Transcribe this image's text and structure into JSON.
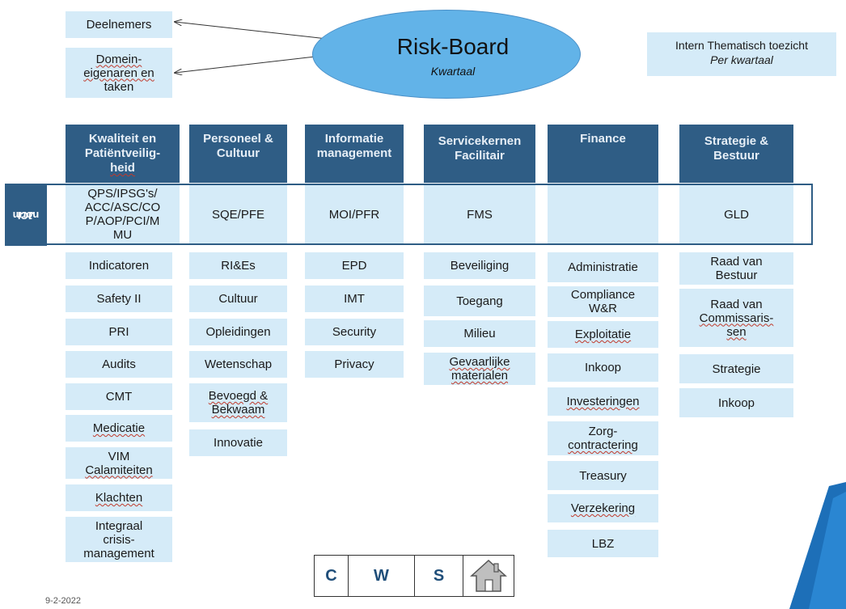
{
  "risk_board": {
    "title": "Risk-Board",
    "subtitle": "Kwartaal"
  },
  "left_boxes": {
    "deelnemers": "Deelnemers",
    "domein": [
      "Domein-",
      "eigenaren en",
      "taken"
    ]
  },
  "intern": {
    "line1": "Intern Thematisch toezicht",
    "line2": "Per kwartaal"
  },
  "jci_label": [
    "JCI",
    "norm"
  ],
  "columns": [
    {
      "header": [
        "Kwaliteit en",
        "Patiëntveilig-",
        "heid"
      ],
      "jci": [
        "QPS/IPSG's/",
        "ACC/ASC/CO",
        "P/AOP/PCI/M",
        "MU"
      ],
      "items": [
        [
          "Indicatoren"
        ],
        [
          "Safety II"
        ],
        [
          "PRI"
        ],
        [
          "Audits"
        ],
        [
          "CMT"
        ],
        [
          "Medicatie"
        ],
        [
          "VIM",
          "Calamiteiten"
        ],
        [
          "Klachten"
        ],
        [
          "Integraal",
          "crisis-",
          "management"
        ]
      ]
    },
    {
      "header": [
        "Personeel &",
        "Cultuur"
      ],
      "jci": [
        "SQE/PFE"
      ],
      "items": [
        [
          "RI&Es"
        ],
        [
          "Cultuur"
        ],
        [
          "Opleidingen"
        ],
        [
          "Wetenschap"
        ],
        [
          "Bevoegd &",
          "Bekwaam"
        ],
        [
          "Innovatie"
        ]
      ]
    },
    {
      "header": [
        "Informatie",
        "management"
      ],
      "jci": [
        "MOI/PFR"
      ],
      "items": [
        [
          "EPD"
        ],
        [
          "IMT"
        ],
        [
          "Security"
        ],
        [
          "Privacy"
        ]
      ]
    },
    {
      "header": [
        "Servicekernen",
        "Facilitair"
      ],
      "jci": [
        "FMS"
      ],
      "items": [
        [
          "Beveiliging"
        ],
        [
          "Toegang"
        ],
        [
          "Milieu"
        ],
        [
          "Gevaarlijke",
          "materialen"
        ]
      ]
    },
    {
      "header": [
        "Finance"
      ],
      "jci": [],
      "items": [
        [
          "Administratie"
        ],
        [
          "Compliance",
          "W&R"
        ],
        [
          "Exploitatie"
        ],
        [
          "Inkoop"
        ],
        [
          "Investeringen"
        ],
        [
          "Zorg-",
          "contractering"
        ],
        [
          "Treasury"
        ],
        [
          "Verzekering"
        ],
        [
          "LBZ"
        ]
      ]
    },
    {
      "header": [
        "Strategie &",
        "Bestuur"
      ],
      "jci": [
        "GLD"
      ],
      "items": [
        [
          "Raad van",
          "Bestuur"
        ],
        [
          "Raad van",
          "Commissaris-",
          "sen"
        ],
        [
          "Strategie"
        ],
        [
          "Inkoop"
        ]
      ]
    }
  ],
  "nav": {
    "c": "C",
    "w": "W",
    "s": "S",
    "home_icon": "home-icon"
  },
  "date": "9-2-2022"
}
